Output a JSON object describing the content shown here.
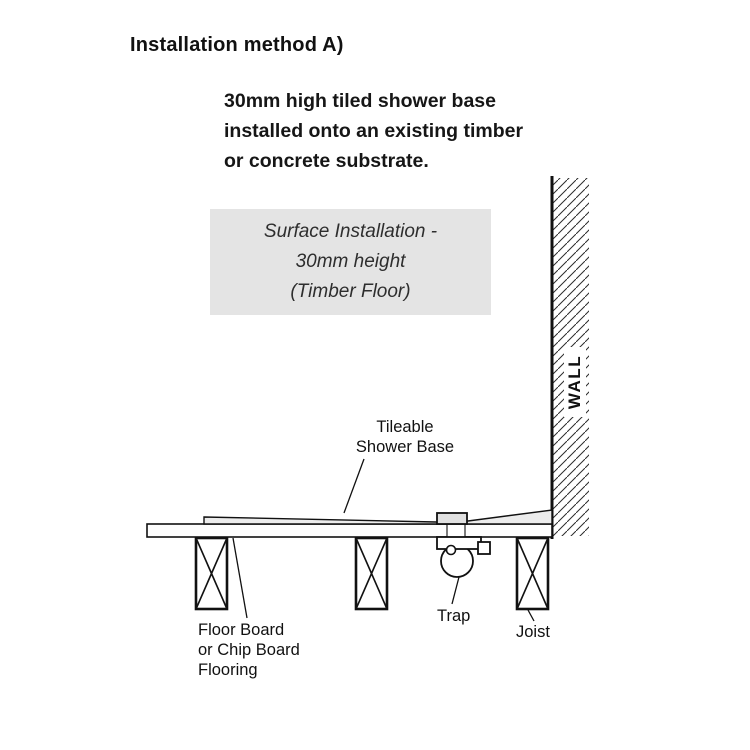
{
  "title": "Installation method A)",
  "subtitle": {
    "lines": [
      "30mm high tiled shower base",
      "installed onto an existing timber",
      "or concrete substrate."
    ]
  },
  "callout": {
    "lines": [
      "Surface Installation -",
      "30mm height",
      "(Timber Floor)"
    ],
    "background_color": "#e4e4e4"
  },
  "diagram": {
    "wall_label": "WALL",
    "shower_base_label": {
      "lines": [
        "Tileable",
        "Shower Base"
      ]
    },
    "trap_label": "Trap",
    "joist_label": "Joist",
    "floor_label": {
      "lines": [
        "Floor Board",
        "or Chip Board",
        "Flooring"
      ]
    },
    "colors": {
      "line": "#1a1a1a",
      "base_fill": "#ececec",
      "callout_background": "#e4e4e4"
    }
  }
}
